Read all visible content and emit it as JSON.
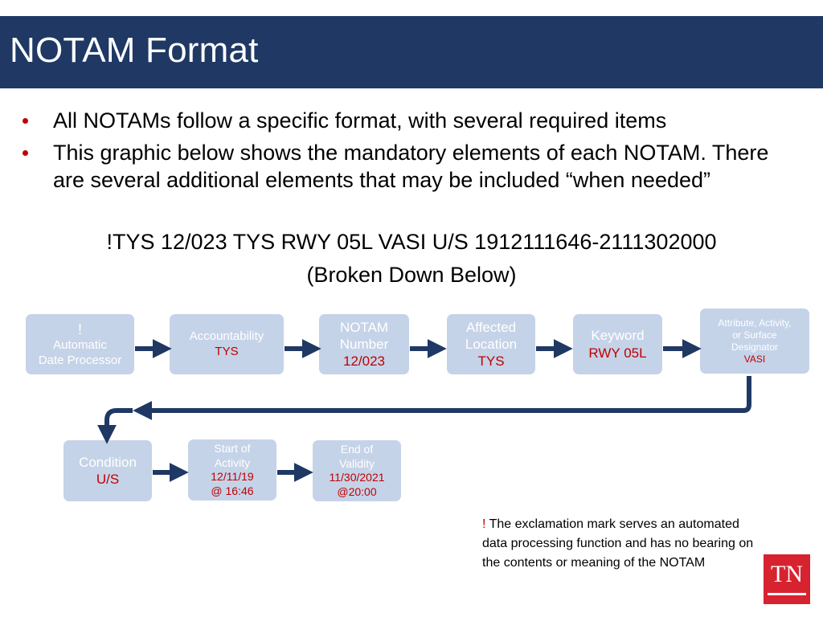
{
  "slide": {
    "title": "NOTAM Format"
  },
  "bullets": [
    "All NOTAMs follow a specific format, with several required items",
    "This graphic below shows the mandatory elements of each NOTAM. There are several additional elements that may be included “when needed”"
  ],
  "example": {
    "line1": "!TYS 12/023 TYS RWY 05L VASI U/S 1912111646-2111302000",
    "line2": "(Broken Down Below)"
  },
  "elements": {
    "processor": {
      "mark": "!",
      "label_1": "Automatic",
      "label_2": "Date Processor"
    },
    "accountability": {
      "label": "Accountability",
      "value": "TYS"
    },
    "notam_number": {
      "label_1": "NOTAM",
      "label_2": "Number",
      "value": "12/023"
    },
    "affected_location": {
      "label_1": "Affected",
      "label_2": "Location",
      "value": "TYS"
    },
    "keyword": {
      "label": "Keyword",
      "value": "RWY 05L"
    },
    "attribute": {
      "label_1": "Attribute, Activity,",
      "label_2": "or Surface",
      "label_3": "Designator",
      "value": "VASI"
    },
    "condition": {
      "label": "Condition",
      "value": "U/S"
    },
    "start_activity": {
      "label_1": "Start of",
      "label_2": "Activity",
      "value_1": "12/11/19",
      "value_2": "@ 16:46"
    },
    "end_validity": {
      "label_1": "End of",
      "label_2": "Validity",
      "value_1": "11/30/2021",
      "value_2": "@20:00"
    }
  },
  "note": {
    "mark": "!",
    "text": " The exclamation mark serves an automated data processing function and has no bearing on the contents or meaning of the NOTAM"
  },
  "logo": {
    "text": "TN"
  },
  "colors": {
    "title_bar": "#1f3864",
    "box_fill": "#c5d3e8",
    "accent_red": "#c00000",
    "arrow": "#1f3864",
    "logo": "#d7232f"
  }
}
